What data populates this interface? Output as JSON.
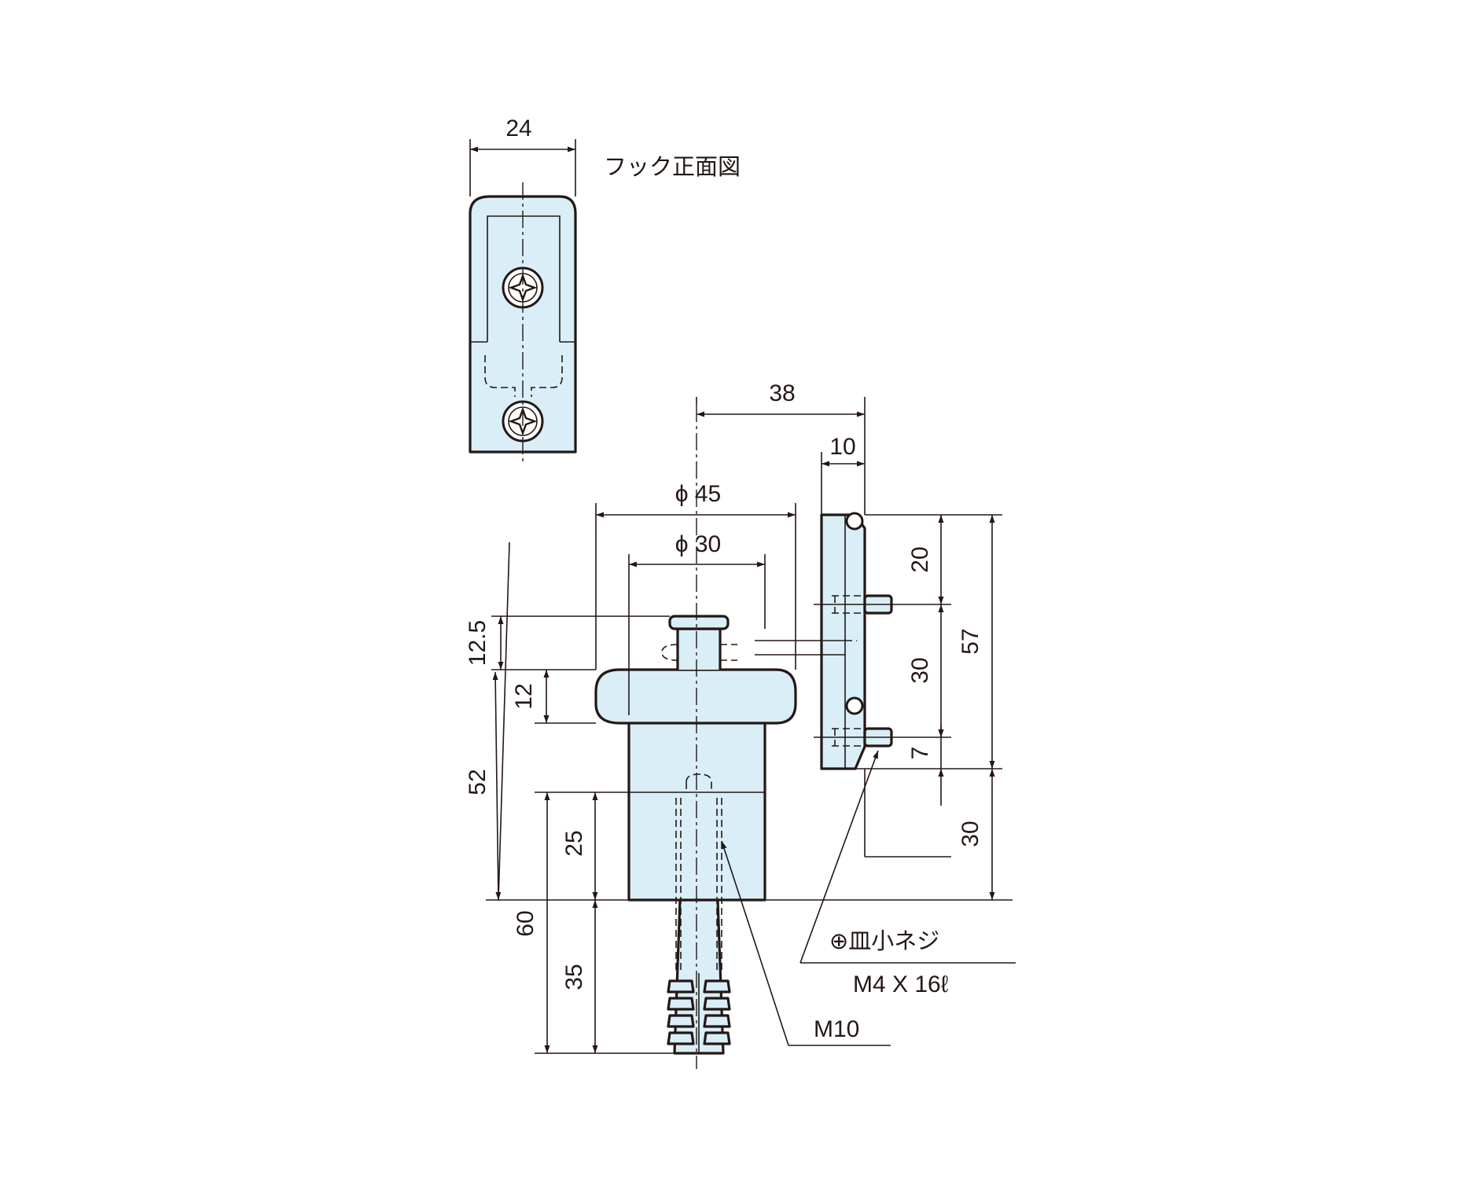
{
  "labels": {
    "hook_front_view": "フック正面図",
    "screw_name": "⊕皿小ネジ",
    "screw_spec": "M4 X 16ℓ",
    "thread_size": "M10"
  },
  "dimensions": {
    "hook_width": "24",
    "offset_38": "38",
    "plate_thickness": "10",
    "flange_diameter": "ϕ 45",
    "body_diameter": "ϕ 30",
    "knob_height": "12.5",
    "flange_height": "12",
    "overall_height": "52",
    "hole_depth": "25",
    "anchor_length": "35",
    "total_length": "60",
    "screw_offset_top": "20",
    "screw_pitch": "30",
    "screw_offset_bottom": "7",
    "plate_height": "57",
    "plate_offset": "30"
  },
  "colors": {
    "part_fill": "#d9eef7",
    "line": "#231815"
  }
}
